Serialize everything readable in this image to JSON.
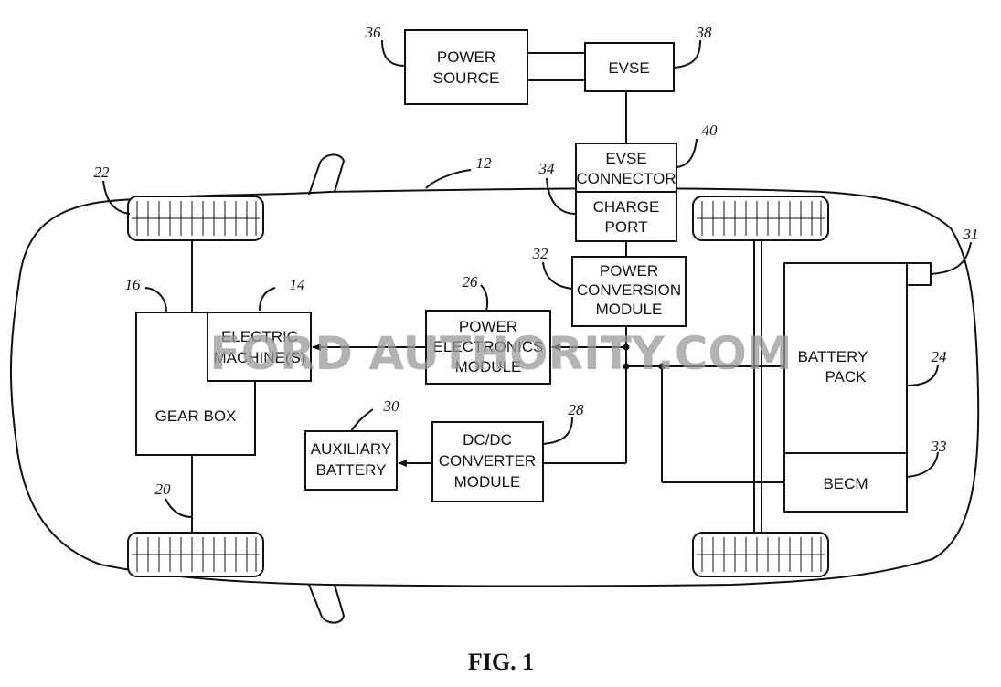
{
  "figure_caption": "FIG. 1",
  "watermark": "FORD AUTHORITY.COM",
  "components": {
    "power_source": [
      "POWER",
      "SOURCE"
    ],
    "evse": [
      "EVSE"
    ],
    "evse_connector": [
      "EVSE",
      "CONNECTOR"
    ],
    "charge_port": [
      "CHARGE",
      "PORT"
    ],
    "power_conversion_module": [
      "POWER",
      "CONVERSION",
      "MODULE"
    ],
    "electric_machine": [
      "ELECTRIC",
      "MACHINE(S)"
    ],
    "gear_box": [
      "GEAR BOX"
    ],
    "power_electronics_module": [
      "POWER",
      "ELECTRONICS",
      "MODULE"
    ],
    "dc_dc_converter_module": [
      "DC/DC",
      "CONVERTER",
      "MODULE"
    ],
    "auxiliary_battery": [
      "AUXILIARY",
      "BATTERY"
    ],
    "battery_pack": [
      "BATTERY",
      "PACK"
    ],
    "becm": [
      "BECM"
    ]
  },
  "reference_numerals": {
    "vehicle": "12",
    "electric_machine": "14",
    "gear_box": "16",
    "rear_wheel": "20",
    "front_wheel": "22",
    "battery_pack": "24",
    "power_electronics_module": "26",
    "dc_dc_converter_module": "28",
    "auxiliary_battery": "30",
    "sensor": "31",
    "power_conversion_module": "32",
    "becm": "33",
    "charge_port": "34",
    "power_source": "36",
    "evse": "38",
    "evse_connector": "40"
  }
}
